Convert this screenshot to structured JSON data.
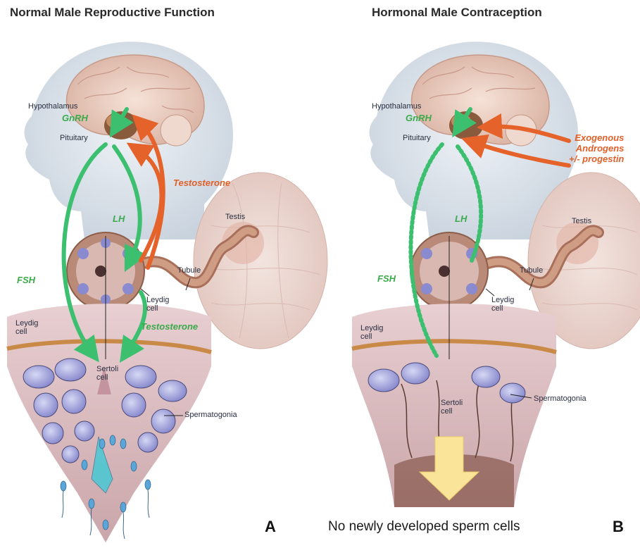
{
  "panel_a": {
    "title": "Normal Male Reproductive Function",
    "letter": "A",
    "labels": {
      "hypothalamus": "Hypothalamus",
      "gnrh": "GnRH",
      "pituitary": "Pituitary",
      "testosterone_top": "Testosterone",
      "lh": "LH",
      "fsh": "FSH",
      "testis": "Testis",
      "tubule": "Tubule",
      "leydig_cell_small": "Leydig\ncell",
      "testosterone_bottom": "Testosterone",
      "leydig_cell": "Leydig\ncell",
      "sertoli_cell": "Sertoli\ncell",
      "spermatogonia": "Spermatogonia"
    }
  },
  "panel_b": {
    "title": "Hormonal Male Contraception",
    "letter": "B",
    "labels": {
      "hypothalamus": "Hypothalamus",
      "gnrh": "GnRH",
      "pituitary": "Pituitary",
      "exogenous": "Exogenous\nAndrogens\n+/- progestin",
      "lh": "LH",
      "fsh": "FSH",
      "testis": "Testis",
      "tubule": "Tubule",
      "leydig_cell_small": "Leydig\ncell",
      "leydig_cell": "Leydig\ncell",
      "sertoli_cell": "Sertoli\ncell",
      "spermatogonia": "Spermatogonia"
    },
    "caption": "No newly developed sperm cells"
  },
  "colors": {
    "green_arrow": "#3cc070",
    "orange_arrow": "#e5622a",
    "yellow_arrow": "#f9e49a",
    "head": "#dfe6ee",
    "brain": "#efd2c4",
    "testis": "#eed8d2",
    "cell": "#9a9ad8"
  }
}
